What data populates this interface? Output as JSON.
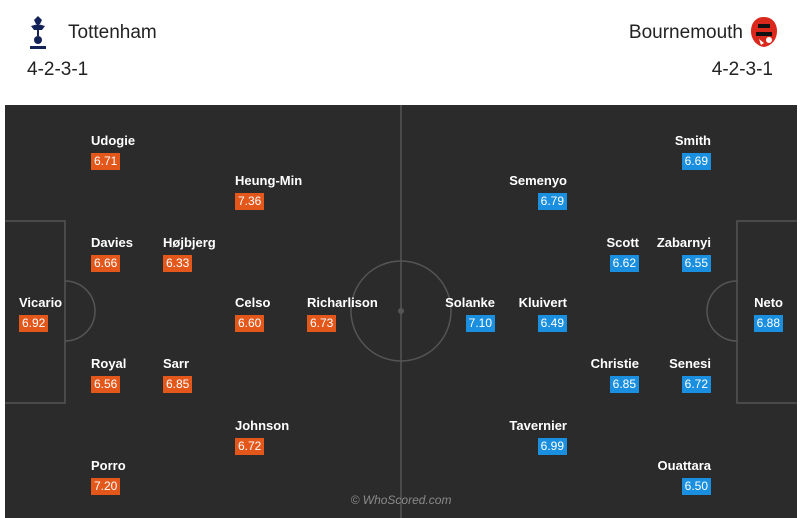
{
  "home": {
    "name": "Tottenham",
    "formation": "4-2-3-1",
    "crest_icon": "tottenham-cockerel-crest-icon",
    "rating_color": "#e3571b",
    "players": [
      {
        "name": "Udogie",
        "rating": "6.71"
      },
      {
        "name": "Heung-Min",
        "rating": "7.36"
      },
      {
        "name": "Davies",
        "rating": "6.66"
      },
      {
        "name": "Højbjerg",
        "rating": "6.33"
      },
      {
        "name": "Vicario",
        "rating": "6.92"
      },
      {
        "name": "Celso",
        "rating": "6.60"
      },
      {
        "name": "Richarlison",
        "rating": "6.73"
      },
      {
        "name": "Royal",
        "rating": "6.56"
      },
      {
        "name": "Sarr",
        "rating": "6.85"
      },
      {
        "name": "Johnson",
        "rating": "6.72"
      },
      {
        "name": "Porro",
        "rating": "7.20"
      }
    ]
  },
  "away": {
    "name": "Bournemouth",
    "formation": "4-2-3-1",
    "crest_icon": "bournemouth-crest-icon",
    "rating_color": "#1a8fe0",
    "players": [
      {
        "name": "Smith",
        "rating": "6.69"
      },
      {
        "name": "Semenyo",
        "rating": "6.79"
      },
      {
        "name": "Scott",
        "rating": "6.62"
      },
      {
        "name": "Zabarnyi",
        "rating": "6.55"
      },
      {
        "name": "Solanke",
        "rating": "7.10"
      },
      {
        "name": "Kluivert",
        "rating": "6.49"
      },
      {
        "name": "Neto",
        "rating": "6.88"
      },
      {
        "name": "Christie",
        "rating": "6.85"
      },
      {
        "name": "Senesi",
        "rating": "6.72"
      },
      {
        "name": "Tavernier",
        "rating": "6.99"
      },
      {
        "name": "Ouattara",
        "rating": "6.50"
      }
    ]
  },
  "watermark": "© WhoScored.com",
  "pitch_color": "#2b2b2b"
}
